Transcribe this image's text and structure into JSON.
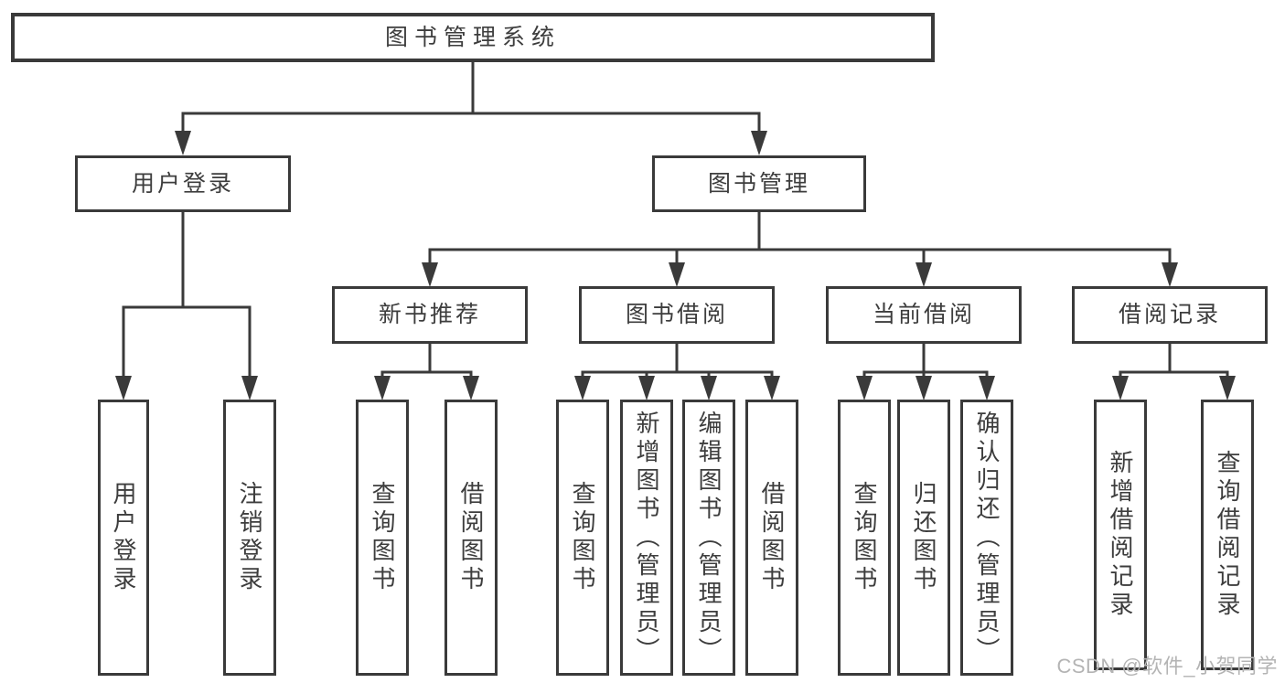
{
  "diagram_type": "hierarchy-tree",
  "colors": {
    "line": "#3a3a3a",
    "text": "#3d3d3d",
    "watermark": "#b4b4b4",
    "background": "#ffffff"
  },
  "tree": {
    "label": "图书管理系统",
    "children": [
      {
        "label": "用户登录",
        "children": [
          {
            "label": "用户登录"
          },
          {
            "label": "注销登录"
          }
        ]
      },
      {
        "label": "图书管理",
        "children": [
          {
            "label": "新书推荐",
            "children": [
              {
                "label": "查询图书"
              },
              {
                "label": "借阅图书"
              }
            ]
          },
          {
            "label": "图书借阅",
            "children": [
              {
                "label": "查询图书"
              },
              {
                "label": "新增图书（管理员）"
              },
              {
                "label": "编辑图书（管理员）"
              },
              {
                "label": "借阅图书"
              }
            ]
          },
          {
            "label": "当前借阅",
            "children": [
              {
                "label": "查询图书"
              },
              {
                "label": "归还图书"
              },
              {
                "label": "确认归还（管理员）"
              }
            ]
          },
          {
            "label": "借阅记录",
            "children": [
              {
                "label": "新增借阅记录"
              },
              {
                "label": "查询借阅记录"
              }
            ]
          }
        ]
      }
    ]
  },
  "watermark": "CSDN @软件_小贺同学"
}
